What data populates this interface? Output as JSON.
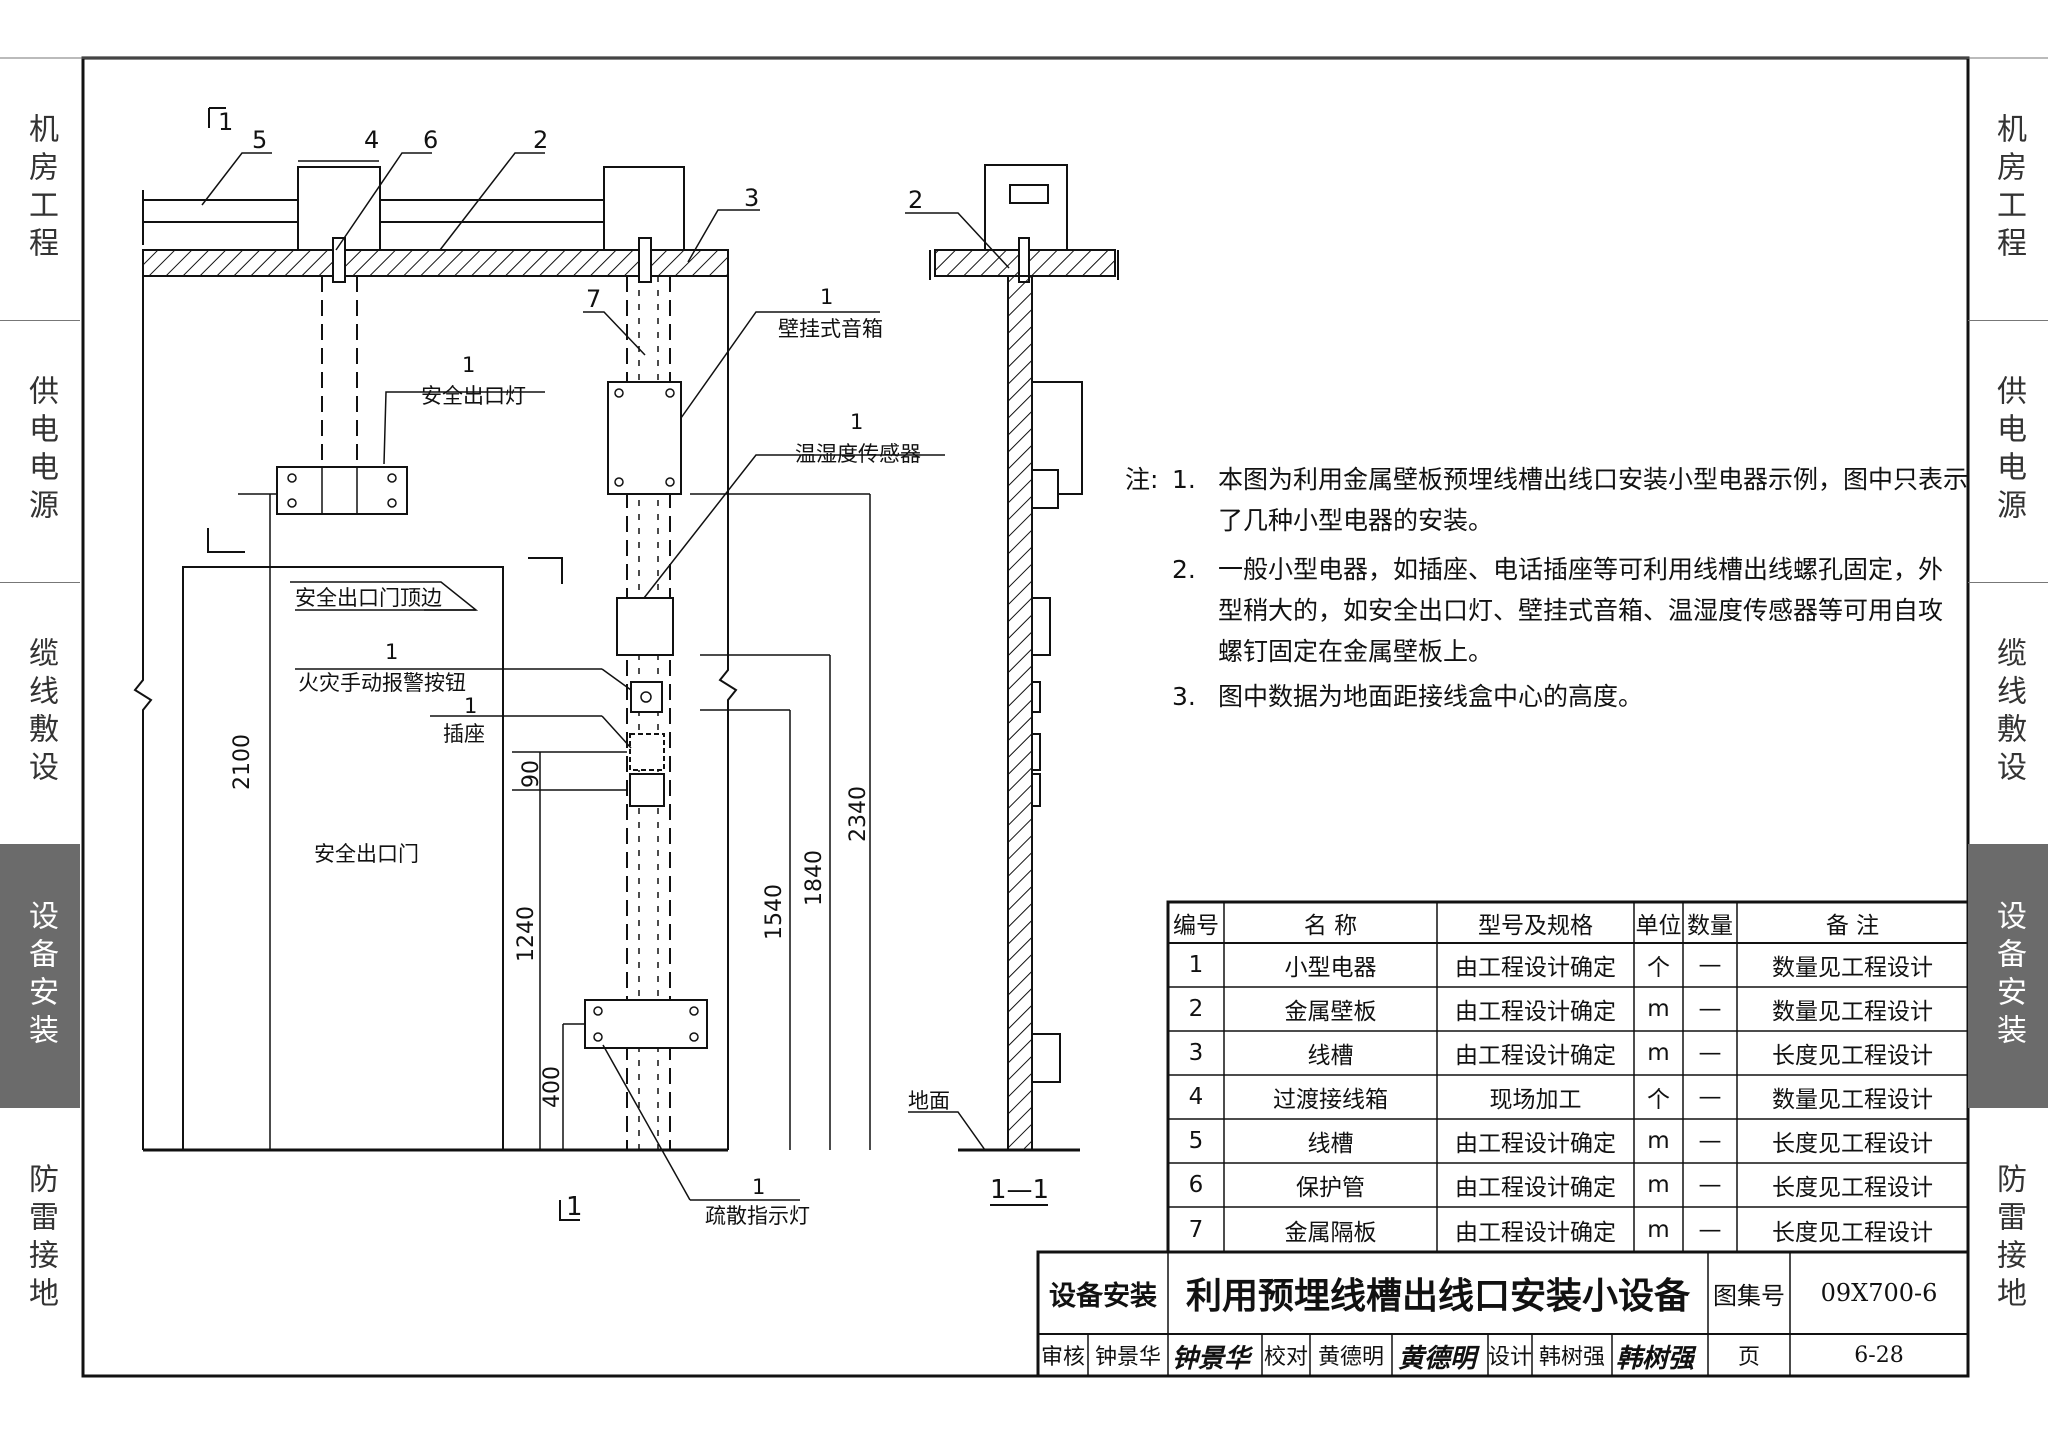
{
  "side_tabs": [
    "机房工程",
    "供电电源",
    "缆线敷设",
    "设备安装",
    "防雷接地"
  ],
  "active_tab": "设备安装",
  "notes": {
    "prefix": "注:",
    "items": [
      {
        "num": "1.",
        "lines": [
          "本图为利用金属壁板预埋线槽出线口安装小型电器示例，图中只表示",
          "了几种小型电器的安装。"
        ]
      },
      {
        "num": "2.",
        "lines": [
          "一般小型电器，如插座、电话插座等可利用线槽出线螺孔固定，外",
          "型稍大的，如安全出口灯、壁挂式音箱、温湿度传感器等可用自攻",
          "螺钉固定在金属壁板上。"
        ]
      },
      {
        "num": "3.",
        "lines": [
          "图中数据为地面距接线盒中心的高度。"
        ]
      }
    ]
  },
  "labels": {
    "callout_1": "1",
    "callout_2": "2",
    "callout_3": "3",
    "callout_4": "4",
    "callout_5": "5",
    "callout_6": "6",
    "callout_7": "7",
    "speaker": "壁挂式音箱",
    "exit_light": "安全出口灯",
    "sensor": "温湿度传感器",
    "door_top": "安全出口门顶边",
    "fire_button": "火灾手动报警按钮",
    "socket": "插座",
    "exit_door": "安全出口门",
    "evac_light": "疏散指示灯",
    "ground": "地面",
    "section_mark": "1",
    "section_title": "1—1"
  },
  "dimensions": [
    "2100",
    "90",
    "1240",
    "400",
    "1540",
    "1840",
    "2340"
  ],
  "table": {
    "headers": [
      "编号",
      "名 称",
      "型号及规格",
      "单位",
      "数量",
      "备 注"
    ],
    "rows": [
      [
        "1",
        "小型电器",
        "由工程设计确定",
        "个",
        "—",
        "数量见工程设计"
      ],
      [
        "2",
        "金属壁板",
        "由工程设计确定",
        "m",
        "—",
        "数量见工程设计"
      ],
      [
        "3",
        "线槽",
        "由工程设计确定",
        "m",
        "—",
        "长度见工程设计"
      ],
      [
        "4",
        "过渡接线箱",
        "现场加工",
        "个",
        "—",
        "数量见工程设计"
      ],
      [
        "5",
        "线槽",
        "由工程设计确定",
        "m",
        "—",
        "长度见工程设计"
      ],
      [
        "6",
        "保护管",
        "由工程设计确定",
        "m",
        "—",
        "长度见工程设计"
      ],
      [
        "7",
        "金属隔板",
        "由工程设计确定",
        "m",
        "—",
        "长度见工程设计"
      ]
    ]
  },
  "title_block": {
    "category": "设备安装",
    "title": "利用预埋线槽出线口安装小设备",
    "atlas_label": "图集号",
    "atlas_no": "09X700-6",
    "review_label": "审核",
    "reviewer": "钟景华",
    "check_label": "校对",
    "checker": "黄德明",
    "design_label": "设计",
    "designer": "韩树强",
    "page_label": "页",
    "page_no": "6-28"
  }
}
